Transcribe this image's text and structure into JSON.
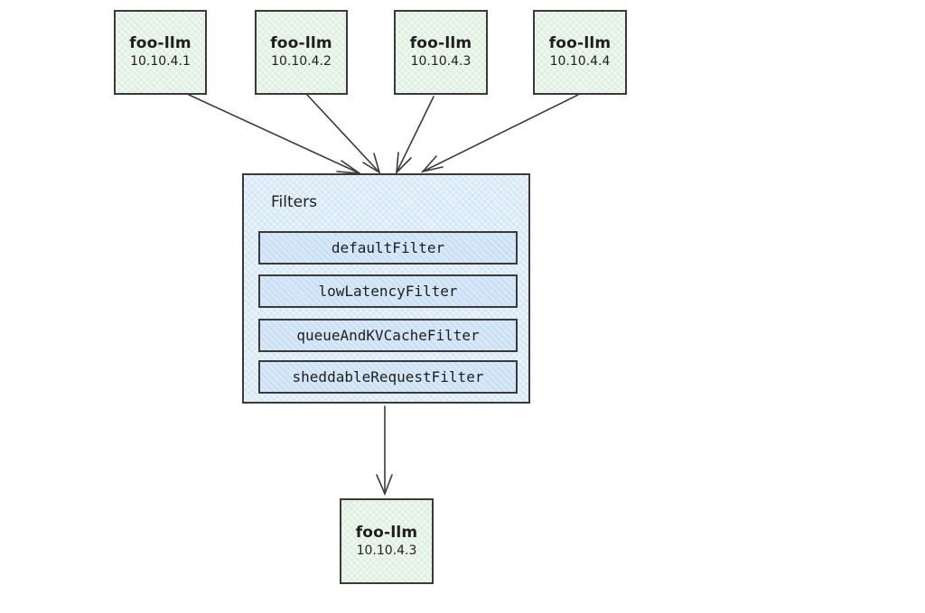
{
  "sources": [
    {
      "name": "foo-llm",
      "ip": "10.10.4.1"
    },
    {
      "name": "foo-llm",
      "ip": "10.10.4.2"
    },
    {
      "name": "foo-llm",
      "ip": "10.10.4.3"
    },
    {
      "name": "foo-llm",
      "ip": "10.10.4.4"
    }
  ],
  "filters": {
    "title": "Filters",
    "items": [
      {
        "label": "defaultFilter"
      },
      {
        "label": "lowLatencyFilter"
      },
      {
        "label": "queueAndKVCacheFilter"
      },
      {
        "label": "sheddableRequestFilter"
      }
    ]
  },
  "target": {
    "name": "foo-llm",
    "ip": "10.10.4.3"
  },
  "colors": {
    "node_fill": "#eef7ee",
    "filters_fill": "#e8f2fb",
    "filter_item_fill": "#d6e8f8",
    "stroke": "#3a3a3a"
  }
}
